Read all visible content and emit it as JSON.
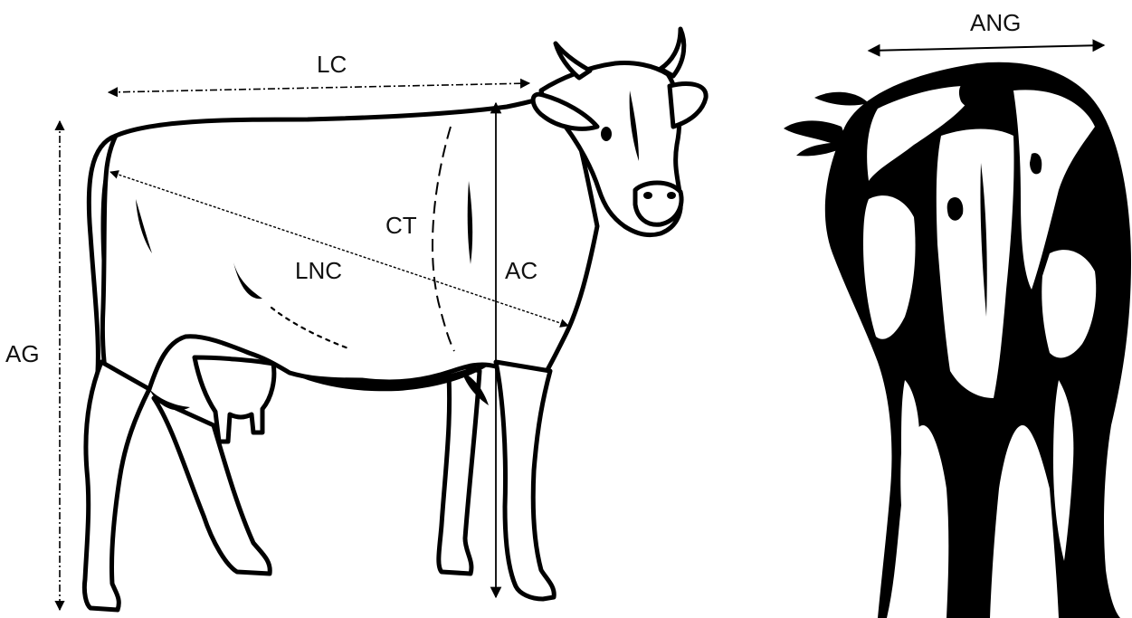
{
  "colors": {
    "ink": "#000000",
    "background": "#ffffff",
    "label": "#111111"
  },
  "measurements": {
    "lc": "LC",
    "ag": "AG",
    "ac": "AC",
    "ct": "CT",
    "lnc": "LNC",
    "ang": "ANG"
  }
}
